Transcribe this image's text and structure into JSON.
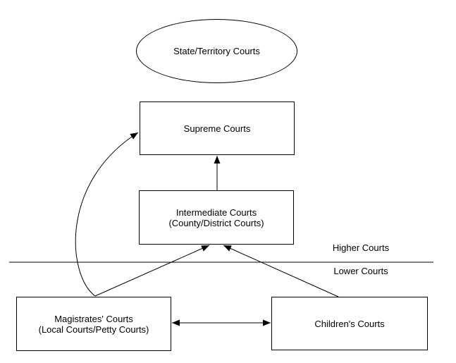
{
  "diagram": {
    "colors": {
      "stroke": "#000000",
      "background": "#ffffff",
      "text": "#000000"
    },
    "nodes": {
      "state_territory": {
        "label": "State/Territory Courts"
      },
      "supreme": {
        "label": "Supreme Courts"
      },
      "intermediate": {
        "line1": "Intermediate Courts",
        "line2": "(County/District Courts)"
      },
      "magistrates": {
        "line1": "Magistrates' Courts",
        "line2": "(Local Courts/Petty Courts)"
      },
      "childrens": {
        "label": "Children's Courts"
      }
    },
    "divider": {
      "above": "Higher Courts",
      "below": "Lower Courts"
    }
  }
}
